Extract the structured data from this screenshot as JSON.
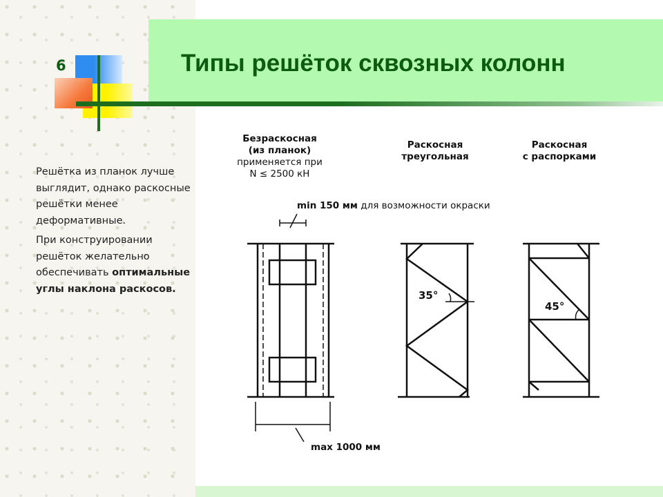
{
  "slide": {
    "number": "6",
    "title": "Типы решёток сквозных колонн",
    "side_text": {
      "p1": "Решётка из планок лучше выглядит, однако раскосные решётки менее деформативные.",
      "p2_normal": "При конструировании решёток желательно обеспечивать",
      "p2_bold": "оптимальные углы наклона раскосов."
    }
  },
  "diagrams": {
    "batten": {
      "title": "Безраскосная",
      "subtitle": "(из планок)",
      "note1": "применяется при",
      "note2": "N ≤ 2500 кН"
    },
    "triangular": {
      "line1": "Раскосная",
      "line2": "треугольная",
      "angle": "35°"
    },
    "strut": {
      "line1": "Раскосная",
      "line2": "с распорками",
      "angle": "45°"
    },
    "min_dim": "min 150 мм",
    "min_note": "для возможности окраски",
    "max_dim": "max 1000 мм"
  }
}
